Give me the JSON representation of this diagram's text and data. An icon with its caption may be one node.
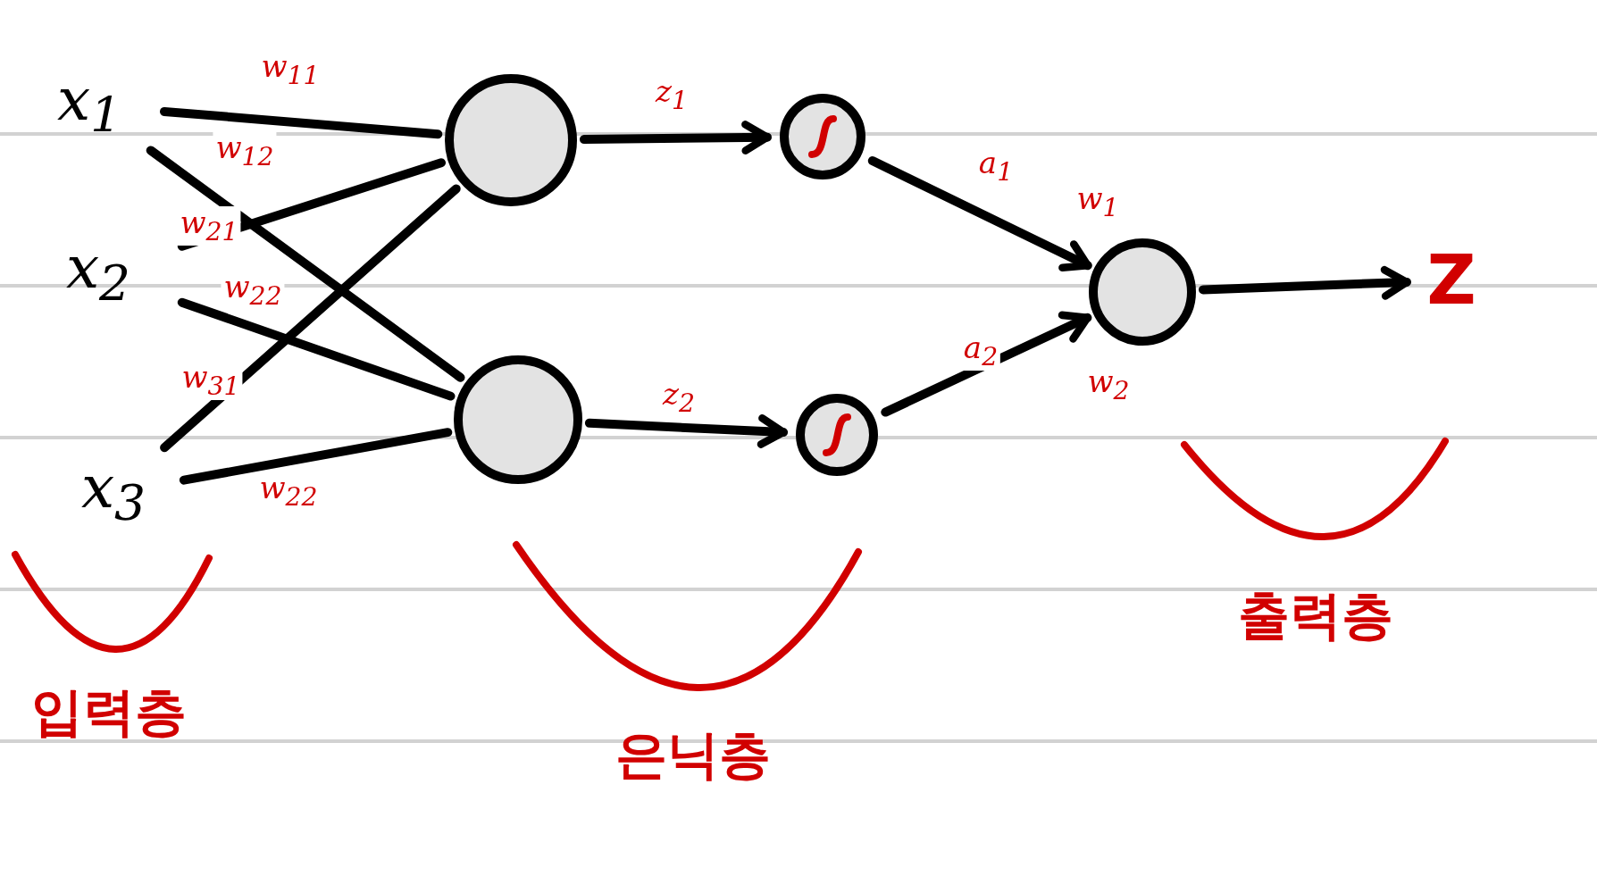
{
  "diagram": {
    "nodes": [
      {
        "text": [
          "x$_{1}$"
        ]
      },
      {
        "text": [
          "x$_{2}$"
        ]
      },
      {
        "text": [
          "x$_{3}$"
        ]
      },
      {
        "text": [],
        "shape": "circle"
      },
      {
        "text": [],
        "shape": "circle"
      },
      {
        "text": [],
        "shape": "circle"
      },
      {
        "text": [],
        "shape": "circle"
      },
      {
        "text": [],
        "shape": "circle"
      },
      {
        "text": [
          "Z"
        ]
      }
    ],
    "edges": [
      {
        "from": 0,
        "to": 3,
        "arrow": "none",
        "label": "w$_{11}$"
      },
      {
        "from": 0,
        "to": 4,
        "arrow": "none",
        "label": "w$_{12}$"
      },
      {
        "from": 1,
        "to": 3,
        "arrow": "none",
        "label": "w$_{21}$"
      },
      {
        "from": 1,
        "to": 4,
        "arrow": "none",
        "label": "w$_{22}$"
      },
      {
        "from": 2,
        "to": 3,
        "arrow": "none",
        "label": "w$_{31}$"
      },
      {
        "from": 2,
        "to": 4,
        "arrow": "none",
        "label": "w$_{22}$"
      },
      {
        "from": 3,
        "to": 5,
        "arrow": "to",
        "label": "z$_{1}$"
      },
      {
        "from": 4,
        "to": 6,
        "arrow": "to",
        "label": "z$_{2}$"
      },
      {
        "from": 5,
        "to": 7,
        "arrow": "to",
        "label": "a$_{1}$"
      },
      {
        "from": 6,
        "to": 7,
        "arrow": "to",
        "label": "a$_{2}$"
      },
      {
        "from": 7,
        "to": 8,
        "arrow": "to"
      }
    ],
    "labels": [
      "w$_{1}$",
      "w$_{2}$",
      "입력층",
      "은닉층",
      "출력층"
    ]
  }
}
